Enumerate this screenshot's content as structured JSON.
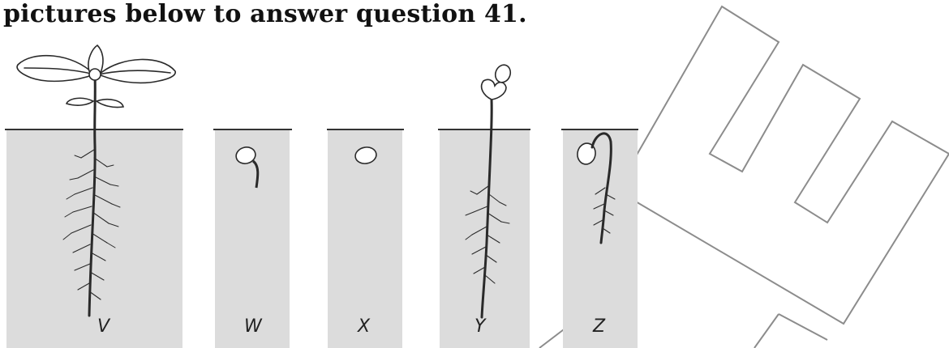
{
  "heading": "pictures below to answer question 41.",
  "panels": [
    {
      "id": "V",
      "label": "V"
    },
    {
      "id": "W",
      "label": "W"
    },
    {
      "id": "X",
      "label": "X"
    },
    {
      "id": "Y",
      "label": "Y"
    },
    {
      "id": "Z",
      "label": "Z"
    }
  ],
  "colors": {
    "soil": "#dcdcdc",
    "ground_line": "#333333",
    "ink": "#2a2a2a",
    "watermark": "#8c8c8c"
  },
  "icons": [
    "sprouting-plant-icon",
    "seed-icon",
    "seedling-icon",
    "watermark-logo"
  ]
}
